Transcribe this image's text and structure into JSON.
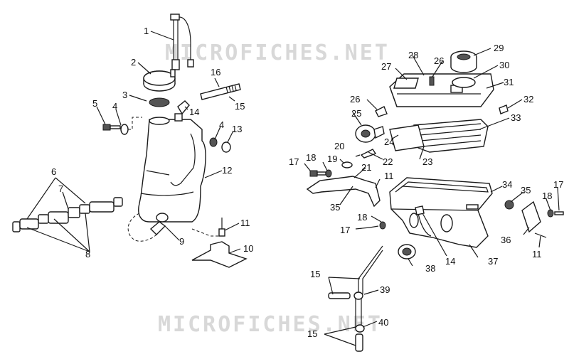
{
  "watermarks": [
    "MICROFICHES.NET",
    "MICROFICHES.NET"
  ],
  "callouts": {
    "c1": "1",
    "c2": "2",
    "c3": "3",
    "c4": "4",
    "c4b": "4",
    "c5": "5",
    "c6": "6",
    "c7": "7",
    "c8": "8",
    "c9": "9",
    "c10": "10",
    "c11a": "11",
    "c11b": "11",
    "c11c": "11",
    "c12": "12",
    "c13": "13",
    "c14a": "14",
    "c14b": "14",
    "c15a": "15",
    "c15b": "15",
    "c15c": "15",
    "c16": "16",
    "c17a": "17",
    "c17b": "17",
    "c17c": "17",
    "c18a": "18",
    "c18b": "18",
    "c18c": "18",
    "c19": "19",
    "c20": "20",
    "c21": "21",
    "c22": "22",
    "c23": "23",
    "c24": "24",
    "c25": "25",
    "c26a": "26",
    "c26b": "26",
    "c27": "27",
    "c28": "28",
    "c29": "29",
    "c30": "30",
    "c31": "31",
    "c32": "32",
    "c33": "33",
    "c34": "34",
    "c35a": "35",
    "c35b": "35",
    "c36": "36",
    "c37": "37",
    "c38": "38",
    "c39": "39",
    "c40": "40"
  }
}
